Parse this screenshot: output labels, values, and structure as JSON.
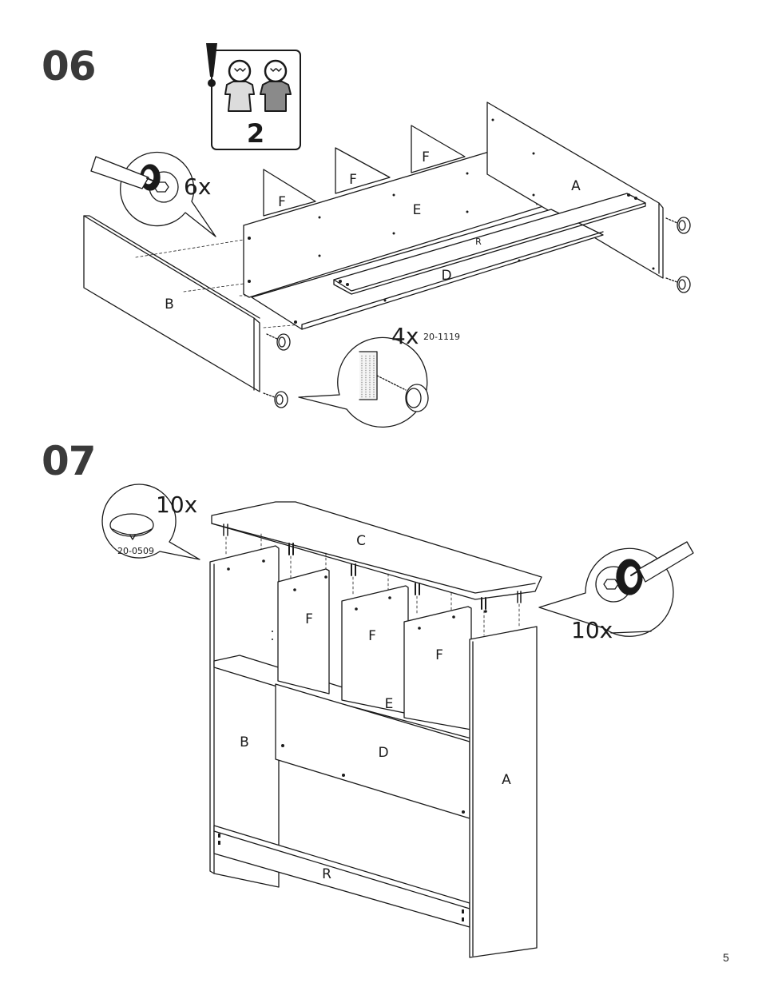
{
  "page": {
    "number": "5"
  },
  "step06": {
    "number": "06",
    "people_count": "2",
    "screw_count": "6x",
    "feet_count": "4x",
    "feet_code": "20-1119",
    "labels": {
      "A": "A",
      "B": "B",
      "D": "D",
      "E": "E",
      "F1": "F",
      "F2": "F",
      "F3": "F",
      "R": "R"
    },
    "icons": [
      "warning-icon",
      "two-persons-icon",
      "screwdriver-icon",
      "cam-lock-icon",
      "furniture-foot-icon"
    ]
  },
  "step07": {
    "number": "07",
    "cap_count": "10x",
    "cap_code": "20-0509",
    "screw_count": "10x",
    "labels": {
      "A": "A",
      "B": "B",
      "C": "C",
      "D": "D",
      "E": "E",
      "F1": "F",
      "F2": "F",
      "F3": "F",
      "R": "R"
    },
    "icons": [
      "cover-cap-icon",
      "screwdriver-icon",
      "cam-lock-icon"
    ]
  }
}
